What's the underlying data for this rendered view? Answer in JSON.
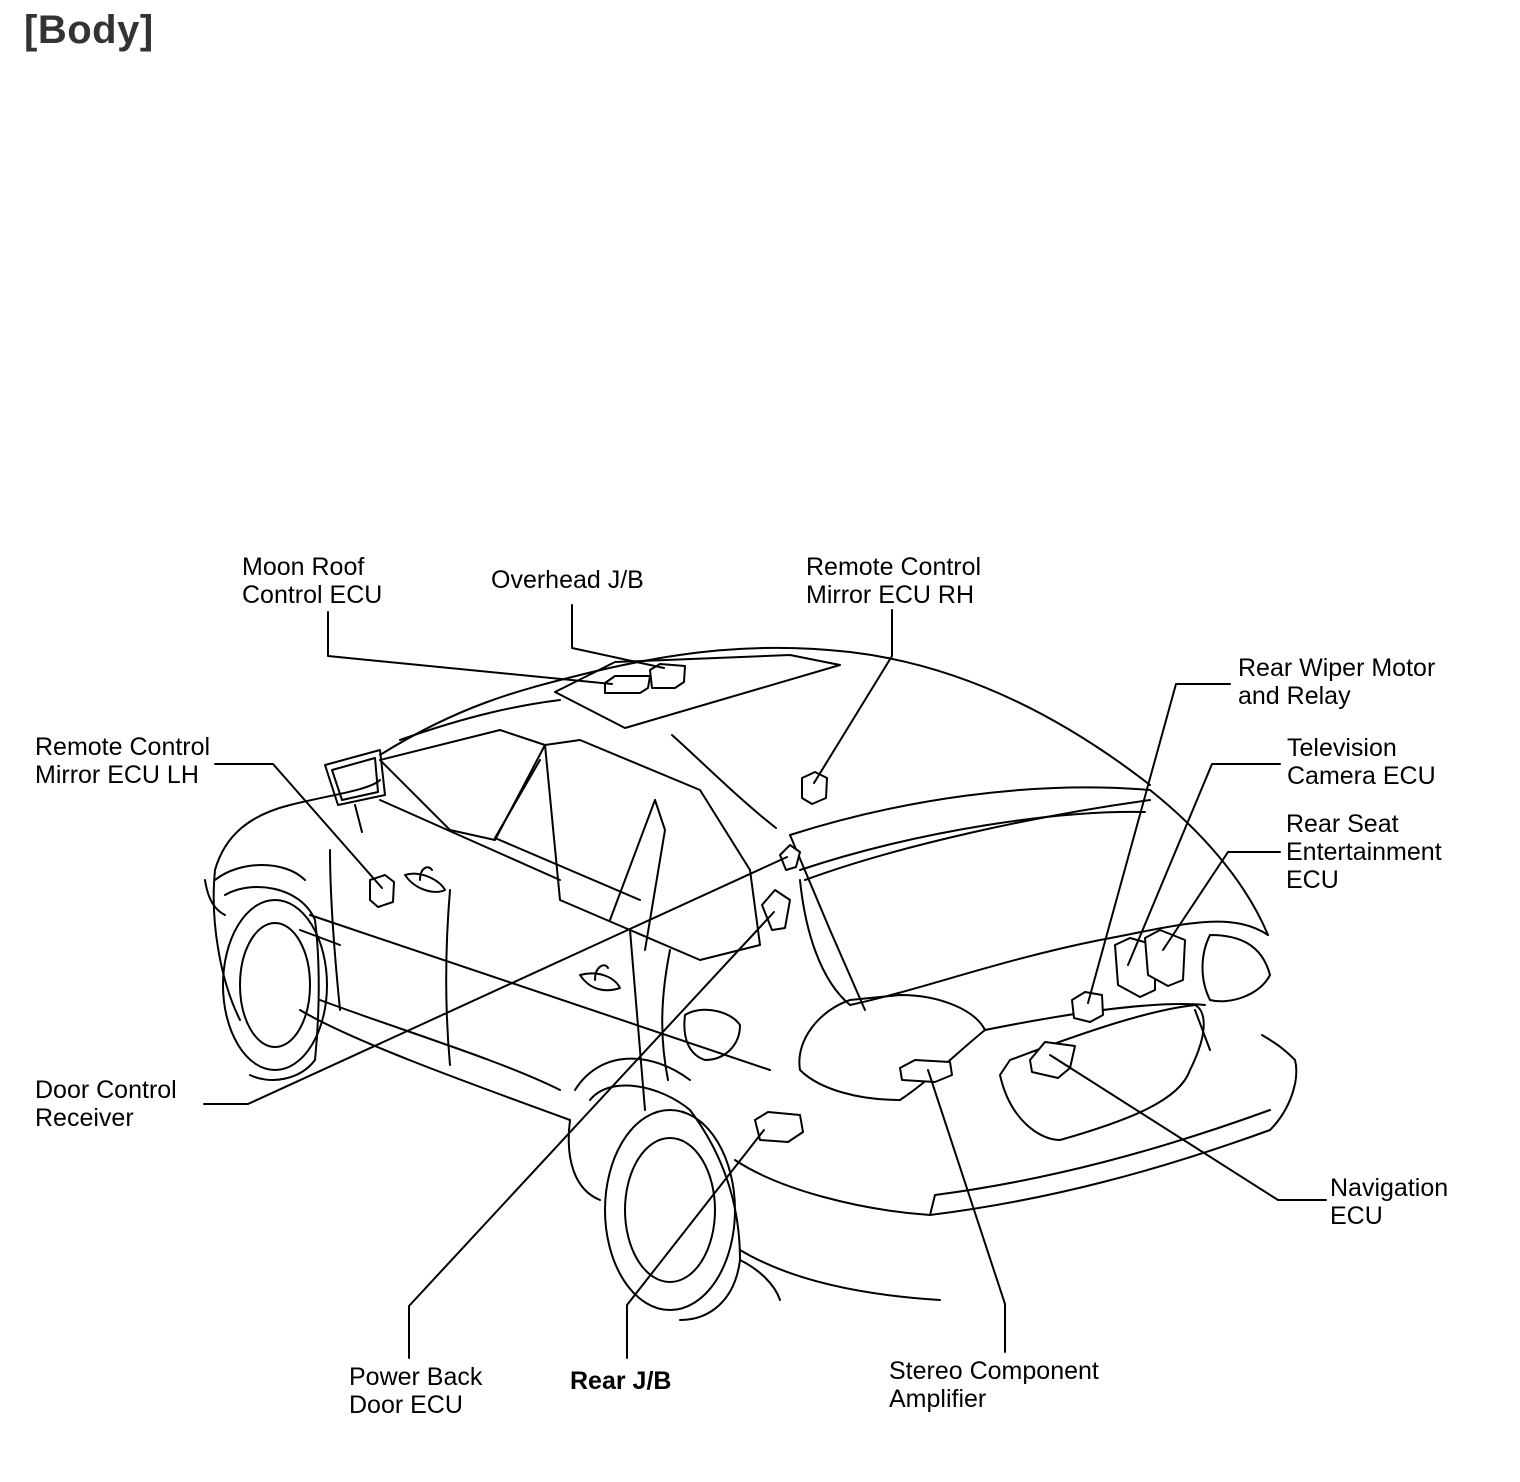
{
  "title": "[Body]",
  "labels": {
    "moon_roof": [
      "Moon Roof",
      "Control ECU"
    ],
    "overhead_jb": [
      "Overhead J/B"
    ],
    "mirror_rh": [
      "Remote Control",
      "Mirror ECU RH"
    ],
    "rear_wiper": [
      "Rear Wiper Motor",
      "and Relay"
    ],
    "tv_camera": [
      "Television",
      "Camera ECU"
    ],
    "rear_seat": [
      "Rear Seat",
      "Entertainment",
      "ECU"
    ],
    "mirror_lh": [
      "Remote Control",
      "Mirror ECU LH"
    ],
    "door_control": [
      "Door Control",
      "Receiver"
    ],
    "navigation": [
      "Navigation",
      "ECU"
    ],
    "power_back_door": [
      "Power Back",
      "Door ECU"
    ],
    "rear_jb": [
      "Rear J/B"
    ],
    "stereo_amp": [
      "Stereo Component",
      "Amplifier"
    ]
  }
}
